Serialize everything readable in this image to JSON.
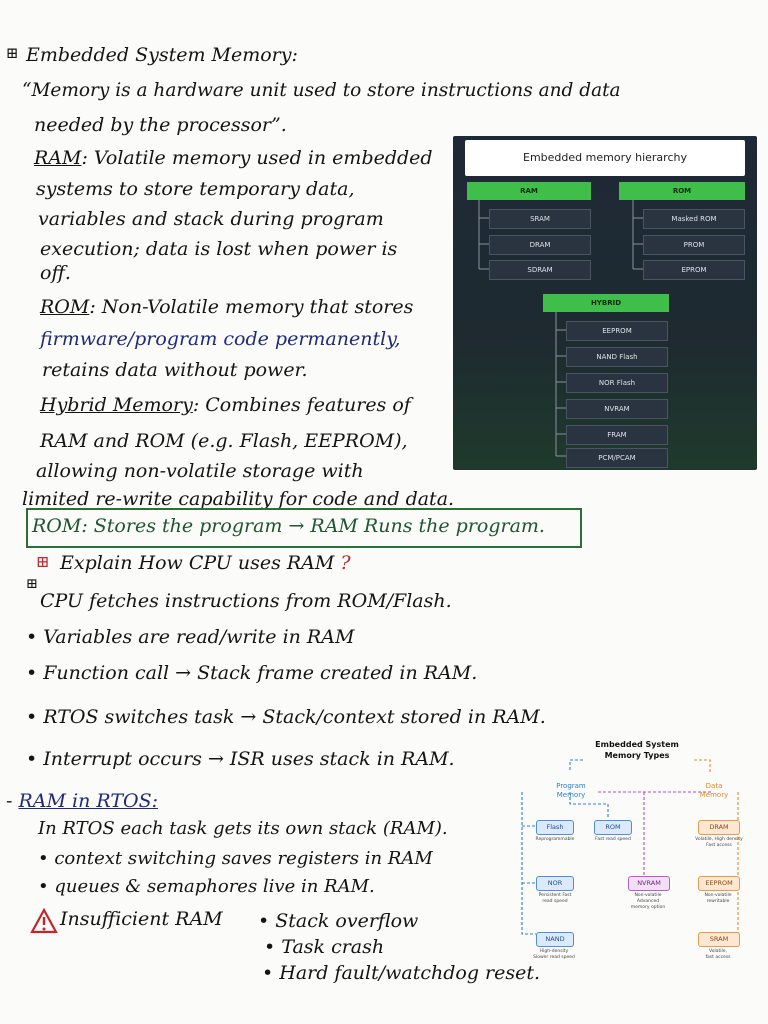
{
  "notes": {
    "title": "Embedded System Memory:",
    "definition_1": "“Memory is a hardware unit used to store instructions and data",
    "definition_2": "needed by the processor”.",
    "ram_label": "RAM",
    "ram_1": ": Volatile memory used in embedded",
    "ram_2": "systems to store temporary data,",
    "ram_3": "variables and stack during program",
    "ram_4": "execution; data is lost when power is",
    "ram_5": "off.",
    "rom_label": "ROM",
    "rom_1": ": Non-Volatile memory that stores",
    "rom_2": "firmware/program code permanently,",
    "rom_3": "retains data without power.",
    "hybrid_label": "Hybrid Memory",
    "hybrid_1": ": Combines features of",
    "hybrid_2": "RAM and ROM (e.g. Flash, EEPROM),",
    "hybrid_3": "allowing non-volatile storage with",
    "hybrid_4": "limited re-write capability for code and data.",
    "boxed": "ROM: Stores the program → RAM Runs the program.",
    "q_title": "Explain How CPU uses RAM",
    "q_mark": "?",
    "bullet_1": "CPU fetches instructions from ROM/Flash.",
    "bullet_2": "• Variables are read/write in RAM",
    "bullet_3": "• Function call → Stack frame created in RAM.",
    "bullet_4": "• RTOS switches task → Stack/context stored in RAM.",
    "bullet_5": "• Interrupt occurs → ISR uses stack in RAM.",
    "rtos_title": "RAM in RTOS:",
    "rtos_1": "In RTOS each task gets its own stack (RAM).",
    "rtos_2": "• context switching saves registers in RAM",
    "rtos_3": "• queues & semaphores live in RAM.",
    "warn_1": "Insufficient RAM",
    "warn_b1": "• Stack overflow",
    "warn_b2": "• Task crash",
    "warn_b3": "• Hard fault/watchdog reset."
  },
  "hierarchy": {
    "title": "Embedded memory hierarchy",
    "ram": "RAM",
    "ram_items": [
      "SRAM",
      "DRAM",
      "SDRAM"
    ],
    "rom": "ROM",
    "rom_items": [
      "Masked ROM",
      "PROM",
      "EPROM"
    ],
    "hybrid": "HYBRID",
    "hybrid_items": [
      "EEPROM",
      "NAND Flash",
      "NOR Flash",
      "NVRAM",
      "FRAM",
      "PCM/PCAM"
    ]
  },
  "types": {
    "title_1": "Embedded System",
    "title_2": "Memory Types",
    "program_1": "Program",
    "program_2": "Memory",
    "data_1": "Data",
    "data_2": "Memory",
    "flash": "Flash",
    "flash_cap": "Reprogrammable",
    "rom": "ROM",
    "rom_cap": "Fast read speed",
    "dram": "DRAM",
    "dram_cap_1": "Volatile, High density",
    "dram_cap_2": "Fast access",
    "nor": "NOR",
    "nor_cap_1": "Persistent Fast",
    "nor_cap_2": "read speed",
    "nvram": "NVRAM",
    "nvram_cap_1": "Non-volatile",
    "nvram_cap_2": "Advanced",
    "nvram_cap_3": "memory option",
    "eeprom": "EEPROM",
    "eeprom_cap_1": "Non-volatile",
    "eeprom_cap_2": "rewritable",
    "nand": "NAND",
    "nand_cap_1": "High-density",
    "nand_cap_2": "Slower read speed",
    "sram": "SRAM",
    "sram_cap_1": "Volatile,",
    "sram_cap_2": "fast access",
    "colors": {
      "program": "#2f7fd6",
      "data": "#e38a2c",
      "nvram": "#b14fc9"
    }
  }
}
